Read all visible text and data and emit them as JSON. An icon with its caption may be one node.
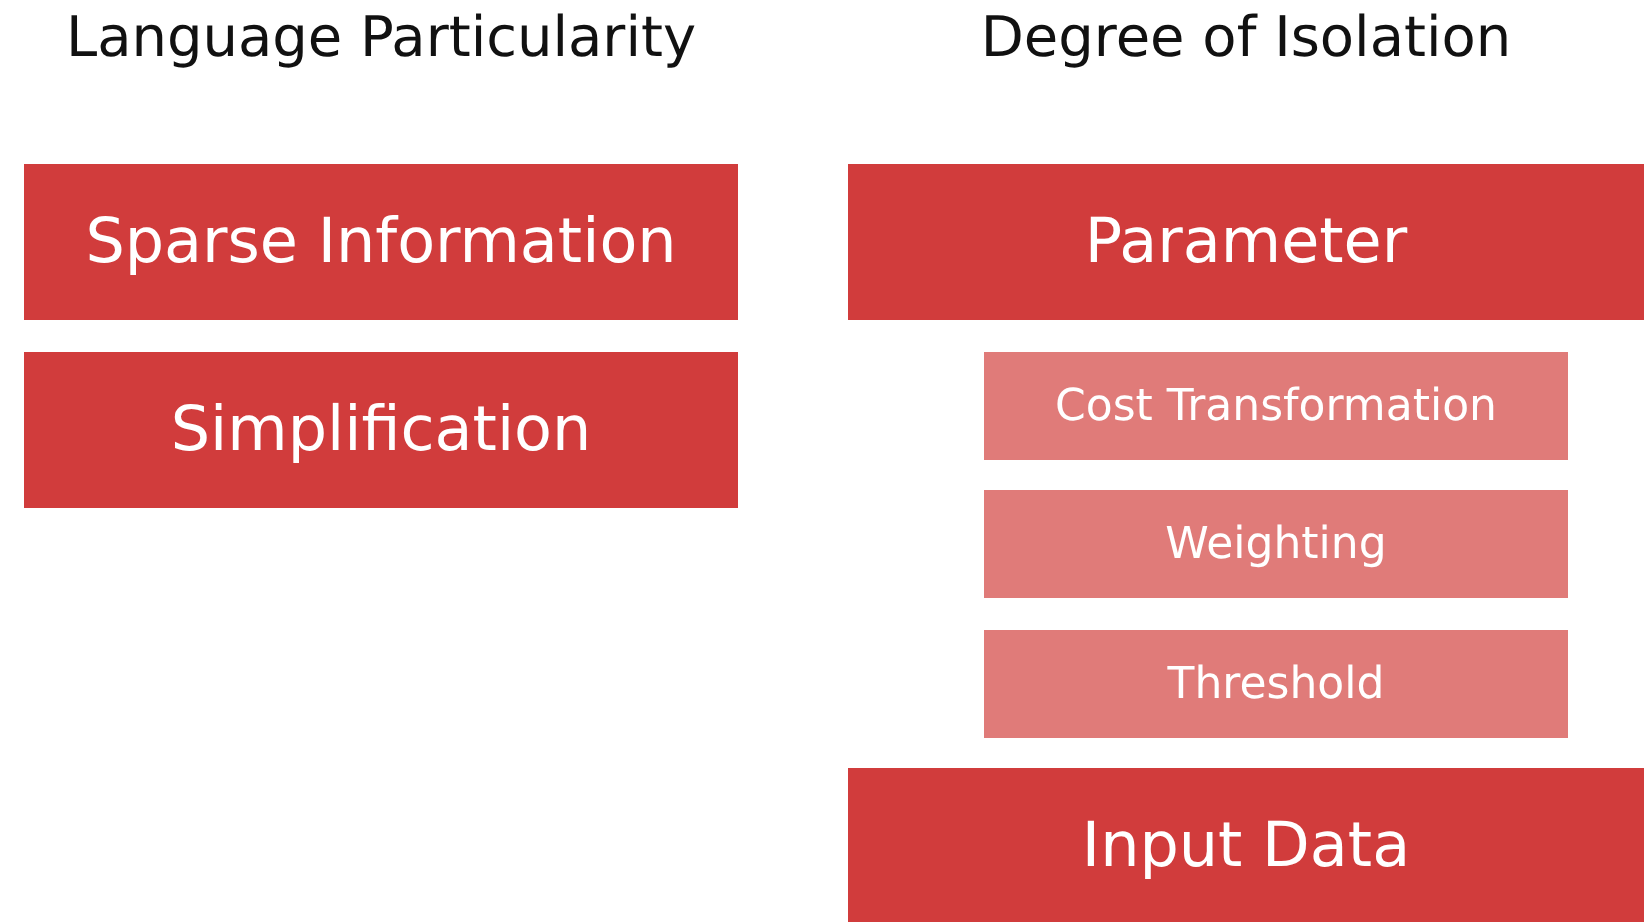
{
  "diagram": {
    "nodes": [
      {
        "text": [
          "Sparse Information"
        ]
      },
      {
        "text": [
          "Simplification"
        ]
      },
      {
        "text": [
          "Parameter"
        ]
      },
      {
        "text": [
          "Cost Transformation"
        ]
      },
      {
        "text": [
          "Weighting"
        ]
      },
      {
        "text": [
          "Threshold"
        ]
      },
      {
        "text": [
          "Input Data"
        ]
      }
    ],
    "labels": [
      "Language Particularity",
      "Degree of Isolation"
    ]
  }
}
